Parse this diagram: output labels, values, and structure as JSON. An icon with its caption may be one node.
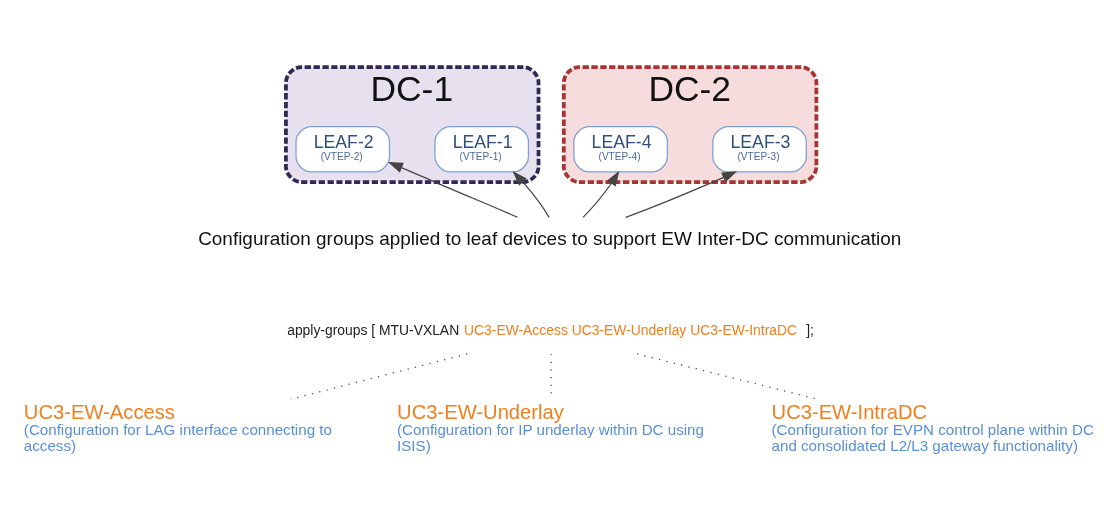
{
  "diagram": {
    "nodes": [
      {
        "text": [
          "DC-1"
        ]
      },
      {
        "text": [
          "LEAF-1",
          "(VTEP-1)"
        ],
        "in": 0
      },
      {
        "text": [
          "LEAF-2",
          "(VTEP-2)"
        ],
        "in": 0
      },
      {
        "text": [
          "DC-2"
        ]
      },
      {
        "text": [
          "LEAF-3",
          "(VTEP-3)"
        ],
        "in": 3
      },
      {
        "text": [
          "LEAF-4",
          "(VTEP-4)"
        ],
        "in": 3
      },
      {
        "text": [
          "Configuration groups applied to leaf devices to support EW Inter-DC communication"
        ]
      },
      {
        "text": [
          "apply-groups [ MTU-VXLAN",
          "UC3-EW-Access UC3-EW-Underlay UC3-EW-IntraDC",
          "];"
        ]
      },
      {
        "text": [
          "UC3-EW-Access",
          "(Configuration for LAG interface connecting to access)"
        ]
      },
      {
        "text": [
          "UC3-EW-Underlay",
          "(Configuration for IP underlay within DC using ISIS)"
        ]
      },
      {
        "text": [
          "UC3-EW-IntraDC",
          "(Configuration for EVPN control plane within DC and consolidated L2/L3 gateway functionality)"
        ]
      }
    ],
    "edges": [
      {
        "from": 6,
        "to": 1,
        "arrow": "to"
      },
      {
        "from": 6,
        "to": 2,
        "arrow": "to"
      },
      {
        "from": 6,
        "to": 4,
        "arrow": "to"
      },
      {
        "from": 6,
        "to": 5,
        "arrow": "to"
      },
      {
        "from": 7,
        "to": 8,
        "arrow": "none",
        "style": "dashed"
      },
      {
        "from": 7,
        "to": 9,
        "arrow": "none",
        "style": "dashed"
      },
      {
        "from": 7,
        "to": 10,
        "arrow": "none",
        "style": "dashed"
      }
    ]
  }
}
